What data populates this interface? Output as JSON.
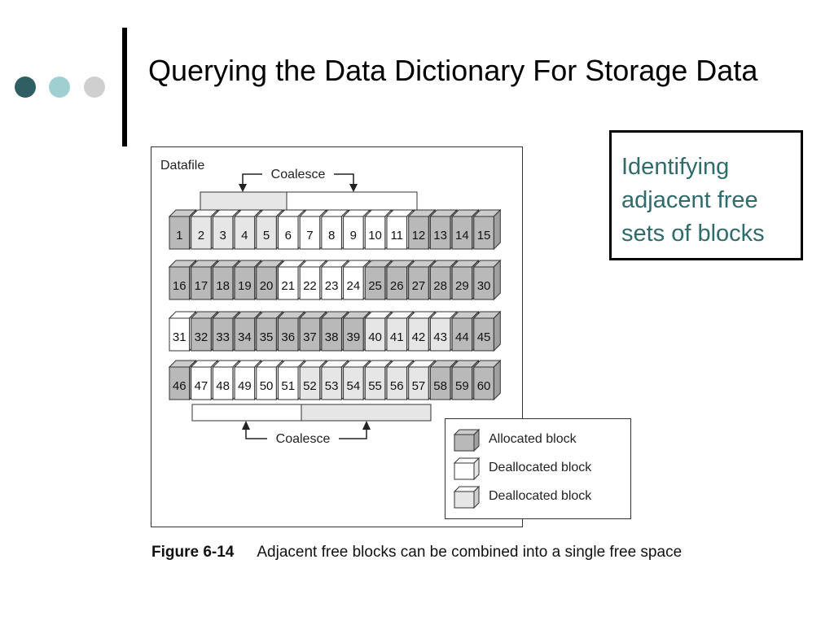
{
  "slide": {
    "title": "Querying the Data Dictionary For Storage Data",
    "callout": "Identifying adjacent free sets of blocks"
  },
  "figure": {
    "panel_label": "Datafile",
    "top_coalesce_label": "Coalesce",
    "bottom_coalesce_label": "Coalesce",
    "caption_label": "Figure 6-14",
    "caption_text": "Adjacent free blocks can be combined into a single free space",
    "legend": [
      {
        "label": "Allocated block",
        "fill": "#b9b9b9"
      },
      {
        "label": "Deallocated block",
        "fill": "#ffffff"
      },
      {
        "label": "Deallocated block",
        "fill": "#e6e6e6"
      }
    ],
    "rows": [
      {
        "blocks": [
          {
            "n": 1,
            "state": "allocated"
          },
          {
            "n": 2,
            "state": "free-light"
          },
          {
            "n": 3,
            "state": "free-light"
          },
          {
            "n": 4,
            "state": "free-light"
          },
          {
            "n": 5,
            "state": "free-light"
          },
          {
            "n": 6,
            "state": "free-white"
          },
          {
            "n": 7,
            "state": "free-white"
          },
          {
            "n": 8,
            "state": "free-white"
          },
          {
            "n": 9,
            "state": "free-white"
          },
          {
            "n": 10,
            "state": "free-white"
          },
          {
            "n": 11,
            "state": "free-white"
          },
          {
            "n": 12,
            "state": "allocated"
          },
          {
            "n": 13,
            "state": "allocated"
          },
          {
            "n": 14,
            "state": "allocated"
          },
          {
            "n": 15,
            "state": "allocated"
          }
        ]
      },
      {
        "blocks": [
          {
            "n": 16,
            "state": "allocated"
          },
          {
            "n": 17,
            "state": "allocated"
          },
          {
            "n": 18,
            "state": "allocated"
          },
          {
            "n": 19,
            "state": "allocated"
          },
          {
            "n": 20,
            "state": "allocated"
          },
          {
            "n": 21,
            "state": "free-white"
          },
          {
            "n": 22,
            "state": "free-white"
          },
          {
            "n": 23,
            "state": "free-white"
          },
          {
            "n": 24,
            "state": "free-white"
          },
          {
            "n": 25,
            "state": "allocated"
          },
          {
            "n": 26,
            "state": "allocated"
          },
          {
            "n": 27,
            "state": "allocated"
          },
          {
            "n": 28,
            "state": "allocated"
          },
          {
            "n": 29,
            "state": "allocated"
          },
          {
            "n": 30,
            "state": "allocated"
          }
        ]
      },
      {
        "blocks": [
          {
            "n": 31,
            "state": "free-white"
          },
          {
            "n": 32,
            "state": "allocated"
          },
          {
            "n": 33,
            "state": "allocated"
          },
          {
            "n": 34,
            "state": "allocated"
          },
          {
            "n": 35,
            "state": "allocated"
          },
          {
            "n": 36,
            "state": "allocated"
          },
          {
            "n": 37,
            "state": "allocated"
          },
          {
            "n": 38,
            "state": "allocated"
          },
          {
            "n": 39,
            "state": "allocated"
          },
          {
            "n": 40,
            "state": "free-light"
          },
          {
            "n": 41,
            "state": "free-light"
          },
          {
            "n": 42,
            "state": "free-light"
          },
          {
            "n": 43,
            "state": "free-light"
          },
          {
            "n": 44,
            "state": "allocated"
          },
          {
            "n": 45,
            "state": "allocated"
          }
        ]
      },
      {
        "blocks": [
          {
            "n": 46,
            "state": "allocated"
          },
          {
            "n": 47,
            "state": "free-white"
          },
          {
            "n": 48,
            "state": "free-white"
          },
          {
            "n": 49,
            "state": "free-white"
          },
          {
            "n": 50,
            "state": "free-white"
          },
          {
            "n": 51,
            "state": "free-white"
          },
          {
            "n": 52,
            "state": "free-light"
          },
          {
            "n": 53,
            "state": "free-light"
          },
          {
            "n": 54,
            "state": "free-light"
          },
          {
            "n": 55,
            "state": "free-light"
          },
          {
            "n": 56,
            "state": "free-light"
          },
          {
            "n": 57,
            "state": "free-light"
          },
          {
            "n": 58,
            "state": "allocated"
          },
          {
            "n": 59,
            "state": "allocated"
          },
          {
            "n": 60,
            "state": "allocated"
          }
        ]
      }
    ],
    "colors": {
      "allocated": "#b9b9b9",
      "free-white": "#ffffff",
      "free-light": "#e6e6e6",
      "stroke": "#333333"
    }
  }
}
